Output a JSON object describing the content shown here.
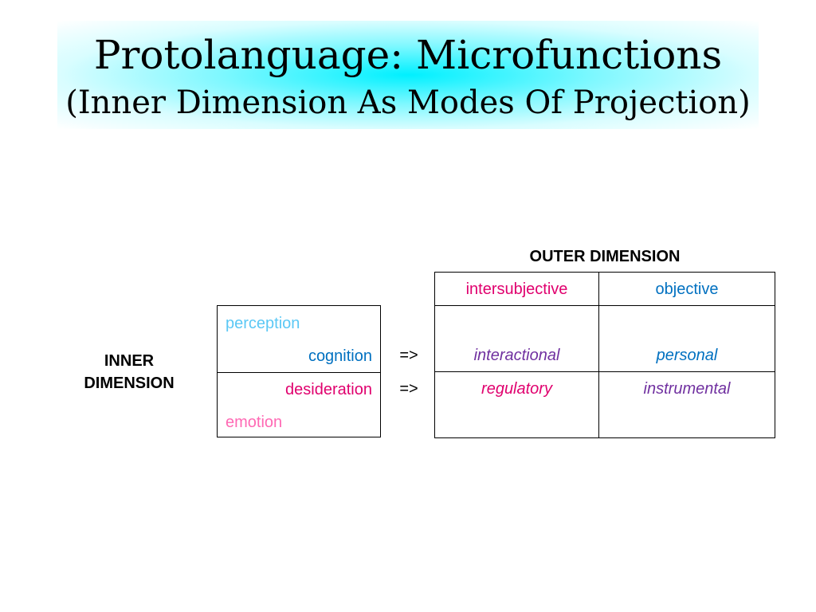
{
  "title": {
    "line1": "Protolanguage: Microfunctions",
    "line2": "(Inner Dimension As Modes Of Projection)"
  },
  "outer_dimension_label": "OUTER DIMENSION",
  "inner_dimension_label": {
    "line1": "INNER",
    "line2": "DIMENSION"
  },
  "inner_modes": [
    {
      "label": "perception",
      "color": "#5bc8f5"
    },
    {
      "label": "cognition",
      "color": "#0070c0"
    },
    {
      "label": "desideration",
      "color": "#e0006e"
    },
    {
      "label": "emotion",
      "color": "#ff69b4"
    }
  ],
  "arrows": [
    "=>",
    "=>"
  ],
  "outer_columns": [
    {
      "label": "intersubjective",
      "color": "#e0006e"
    },
    {
      "label": "objective",
      "color": "#0070c0"
    }
  ],
  "microfunctions": {
    "interactional": {
      "label": "interactional",
      "color": "#7030a0"
    },
    "personal": {
      "label": "personal",
      "color": "#0070c0"
    },
    "regulatory": {
      "label": "regulatory",
      "color": "#e0006e"
    },
    "instrumental": {
      "label": "instrumental",
      "color": "#7030a0"
    }
  }
}
